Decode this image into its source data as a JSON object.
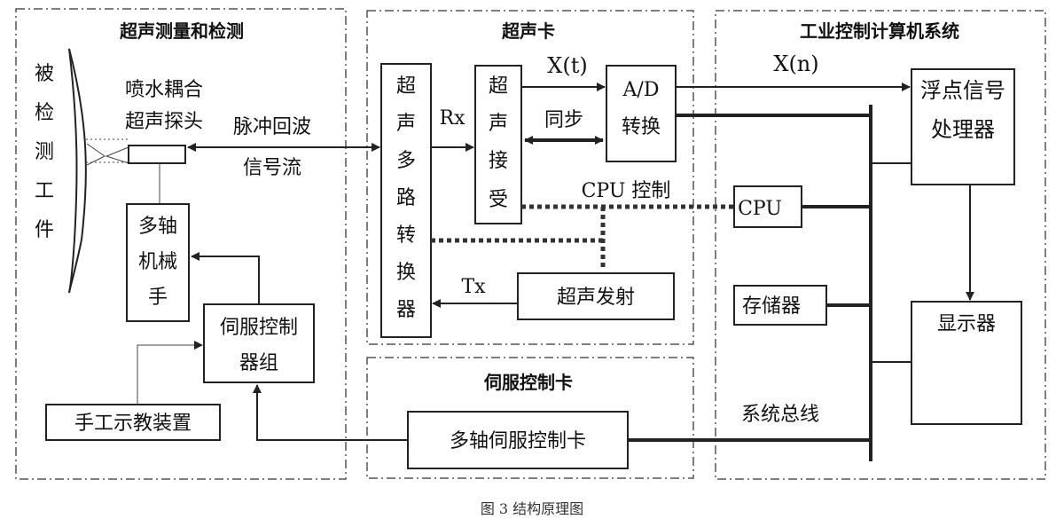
{
  "sections": {
    "ultrasound_measure": "超声测量和检测",
    "ultrasound_card": "超声卡",
    "industrial_pc": "工业控制计算机系统",
    "servo_card": "伺服控制卡"
  },
  "left": {
    "workpiece": [
      "被",
      "检",
      "测",
      "工",
      "件"
    ],
    "probe_line1": "喷水耦合",
    "probe_line2": "超声探头",
    "pulse_echo": "脉冲回波",
    "signal_flow": "信号流",
    "robot_arm": [
      "多轴",
      "机械",
      "手"
    ],
    "servo_group": [
      "伺服控制",
      "器组"
    ],
    "teach_device": "手工示教装置"
  },
  "middle": {
    "multiplexer": [
      "超",
      "声",
      "多",
      "路",
      "转",
      "换",
      "器"
    ],
    "receiver": [
      "超",
      "声",
      "接",
      "受"
    ],
    "rx": "Rx",
    "tx": "Tx",
    "xt": "X(t)",
    "sync": "同步",
    "ad": [
      "A/D",
      "转换"
    ],
    "cpu_control": "CPU 控制",
    "transmitter": "超声发射",
    "servo_card_box": "多轴伺服控制卡"
  },
  "right": {
    "xn": "X(n)",
    "fpu": [
      "浮点信号",
      "处理器"
    ],
    "cpu": "CPU",
    "memory": "存储器",
    "display": "显示器",
    "bus": "系统总线"
  },
  "caption": "图 3 结构原理图"
}
